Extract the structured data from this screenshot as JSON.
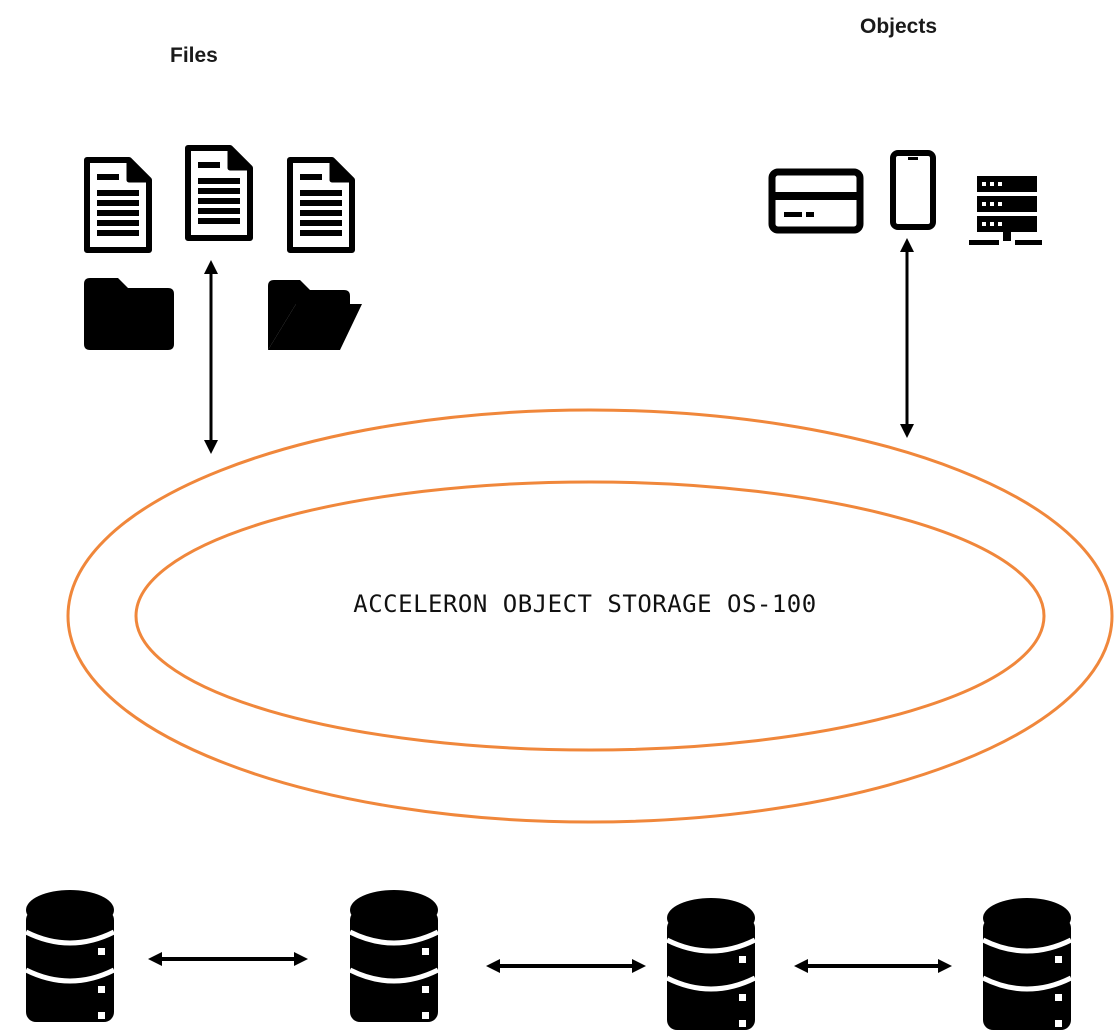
{
  "headings": {
    "files": "Files",
    "objects": "Objects"
  },
  "storage": {
    "label": "ACCELERON OBJECT STORAGE OS-100"
  },
  "colors": {
    "ring": "#f0873b",
    "icon": "#000000"
  },
  "icons": {
    "files": [
      "document-icon",
      "document-icon",
      "document-icon",
      "folder-icon",
      "open-folder-icon"
    ],
    "objects": [
      "card-icon",
      "phone-icon",
      "server-rack-icon"
    ],
    "storage_nodes": [
      "database-icon",
      "database-icon",
      "database-icon",
      "database-icon"
    ]
  }
}
